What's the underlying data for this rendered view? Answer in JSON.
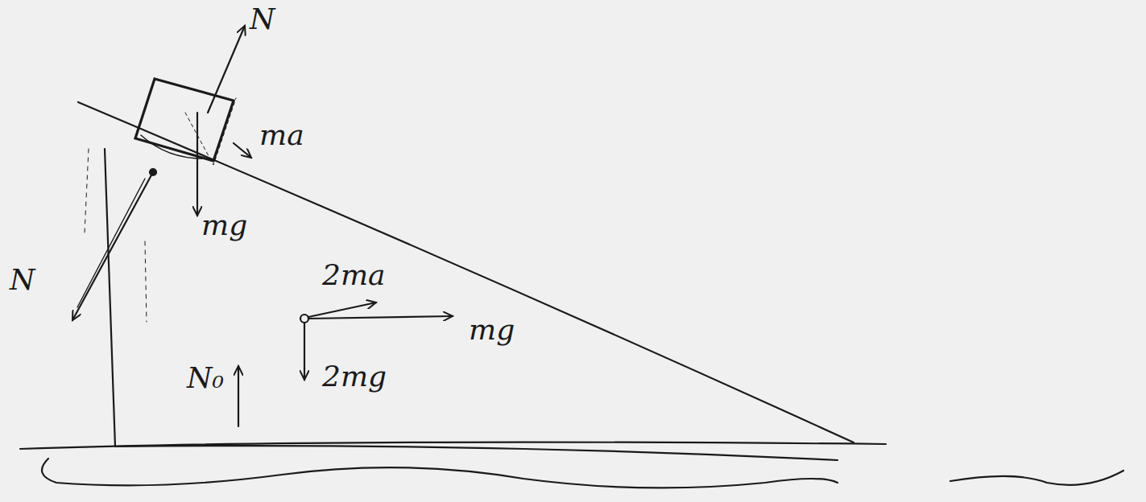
{
  "diagram": {
    "labels": [
      "N",
      "ma",
      "mg",
      "N",
      "2ma",
      "mg",
      "2mg",
      "N₀"
    ]
  }
}
